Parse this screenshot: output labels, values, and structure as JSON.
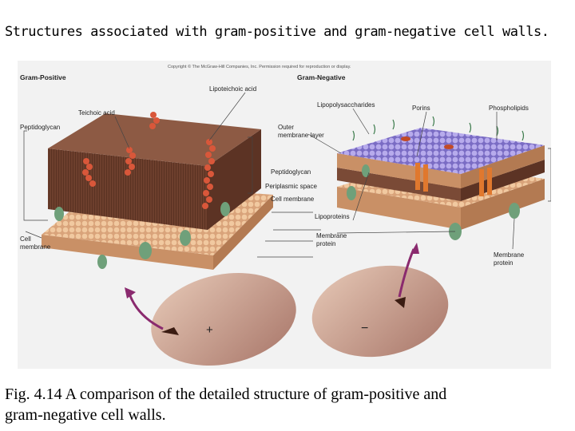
{
  "slide": {
    "title": "Structures associated with gram-positive and gram-negative cell walls.",
    "caption": "Fig. 4.14 A comparison of the detailed structure of gram-positive and gram-negative cell walls."
  },
  "figure": {
    "copyright": "Copyright © The McGraw-Hill Companies, Inc. Permission required for reproduction or display.",
    "gram_positive": {
      "heading": "Gram-Positive",
      "labels": {
        "lipoteichoic_acid": "Lipoteichoic acid",
        "teichoic_acid": "Teichoic acid",
        "peptidoglycan": "Peptidoglycan",
        "cell_membrane_line1": "Cell",
        "cell_membrane_line2": "membrane"
      },
      "sign": "+"
    },
    "gram_negative": {
      "heading": "Gram-Negative",
      "labels": {
        "lipopolysaccharides": "Lipopolysaccharides",
        "porins": "Porins",
        "phospholipids": "Phospholipids",
        "outer_membrane_line1": "Outer",
        "outer_membrane_line2": "membrane layer",
        "peptidoglycan": "Peptidoglycan",
        "periplasmic_space": "Periplasmic space",
        "cell_membrane": "Cell membrane",
        "lipoproteins": "Lipoproteins",
        "membrane_protein_center_line1": "Membrane",
        "membrane_protein_center_line2": "protein",
        "membrane_protein_right_line1": "Membrane",
        "membrane_protein_right_line2": "protein"
      },
      "sign": "−"
    },
    "colors": {
      "panel_background": "#f2f2f2",
      "peptidoglycan": "#7a4a36",
      "membrane": "#e8b88c",
      "outer_membrane": "#9b8fd6",
      "teichoic": "#d9573a",
      "protein": "#6fa07a",
      "porin": "#e0782e",
      "cell": "#c89a82",
      "arrow": "#8a2a6e"
    }
  }
}
